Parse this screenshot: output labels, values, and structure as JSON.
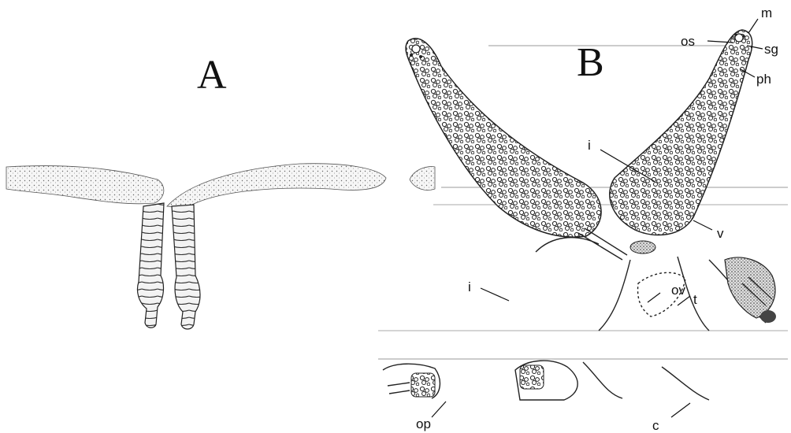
{
  "panels": {
    "a": {
      "label": "A"
    },
    "b": {
      "label": "B"
    }
  },
  "annotations": {
    "m": "m",
    "os": "os",
    "sg": "sg",
    "ph": "ph",
    "i_upper": "i",
    "v": "v",
    "ov": "ov",
    "t": "t",
    "i_lower": "i",
    "op": "op",
    "c": "c"
  },
  "colors": {
    "ink": "#222222",
    "fill_light": "#f1f1f1",
    "fill_stipple": "#e4e4e4",
    "dark_glands": "#3a3a3a"
  }
}
